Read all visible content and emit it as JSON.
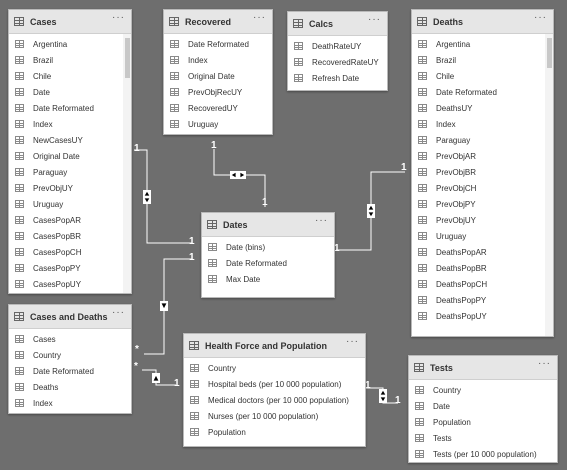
{
  "tables": {
    "cases": {
      "title": "Cases",
      "fields": [
        "Argentina",
        "Brazil",
        "Chile",
        "Date",
        "Date Reformated",
        "Index",
        "NewCasesUY",
        "Original Date",
        "Paraguay",
        "PrevObjUY",
        "Uruguay",
        "CasesPopAR",
        "CasesPopBR",
        "CasesPopCH",
        "CasesPopPY",
        "CasesPopUY"
      ]
    },
    "recovered": {
      "title": "Recovered",
      "fields": [
        "Date Reformated",
        "Index",
        "Original Date",
        "PrevObjRecUY",
        "RecoveredUY",
        "Uruguay"
      ]
    },
    "calcs": {
      "title": "Calcs",
      "fields": [
        "DeathRateUY",
        "RecoveredRateUY",
        "Refresh Date"
      ]
    },
    "deaths": {
      "title": "Deaths",
      "fields": [
        "Argentina",
        "Brazil",
        "Chile",
        "Date Reformated",
        "DeathsUY",
        "Index",
        "Paraguay",
        "PrevObjAR",
        "PrevObjBR",
        "PrevObjCH",
        "PrevObjPY",
        "PrevObjUY",
        "Uruguay",
        "DeathsPopAR",
        "DeathsPopBR",
        "DeathsPopCH",
        "DeathsPopPY",
        "DeathsPopUY"
      ]
    },
    "dates": {
      "title": "Dates",
      "fields": [
        "Date (bins)",
        "Date Reformated",
        "Max Date"
      ]
    },
    "cases_and_deaths": {
      "title": "Cases and Deaths",
      "fields": [
        "Cases",
        "Country",
        "Date Reformated",
        "Deaths",
        "Index"
      ]
    },
    "health_force": {
      "title": "Health Force and Population",
      "fields": [
        "Country",
        "Hospital beds (per 10 000 population)",
        "Medical doctors (per 10 000 population)",
        "Nurses (per 10 000 population)",
        "Population"
      ]
    },
    "tests": {
      "title": "Tests",
      "fields": [
        "Country",
        "Date",
        "Population",
        "Tests",
        "Tests (per 10 000 population)"
      ]
    }
  },
  "more_label": "···",
  "relationships": {
    "one": "1",
    "many": "*"
  },
  "colors": {
    "canvas": "#6e6e6e",
    "line": "#ffffff",
    "header": "#e6e6e6"
  }
}
